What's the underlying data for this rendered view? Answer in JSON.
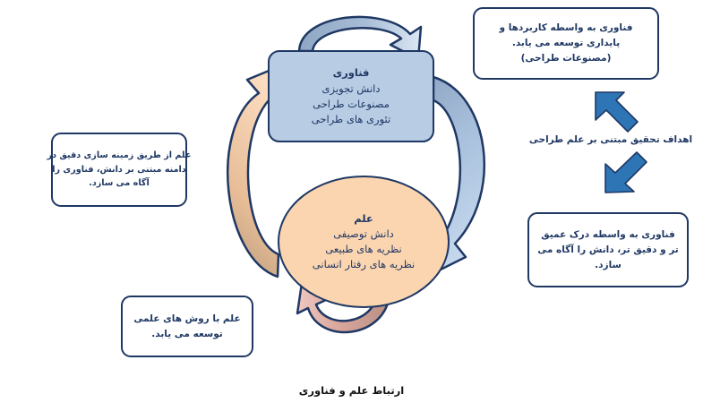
{
  "figure": {
    "caption": "ارتباط علم و فناوری"
  },
  "nodes": {
    "technology": {
      "title": "فناوری",
      "lines": [
        "دانش تجویزی",
        "مصنوعات طراحی",
        "تئوری های طراحی"
      ],
      "fill_color": "#b8cce4",
      "border_color": "#1f3864"
    },
    "science": {
      "title": "علم",
      "lines": [
        "دانش توصیفی",
        "نظریه های طبیعی",
        "نظریه های رفتار انسانی"
      ],
      "fill_color": "#fbd5b0",
      "border_color": "#1f3864"
    }
  },
  "callouts": {
    "technology_applications": {
      "lines": [
        "فناوری به واسطه کاربردها و",
        "پایداری توسعه می یابد.",
        "(مصنوعات طراحی)"
      ]
    },
    "science_informs_technology": {
      "lines": [
        "علم از طریق زمینه سازی دقیق در",
        "دامنه مبتنی بر دانش، فناوری را",
        "آگاه می سازد."
      ]
    },
    "technology_informs_science": {
      "lines": [
        "فناوری به واسطه درک عمیق",
        "تر و دقیق تر، دانش را آگاه می",
        "سازد."
      ]
    },
    "science_methods": {
      "lines": [
        "علم با روش های علمی",
        "توسعه می یابد."
      ]
    }
  },
  "labels": {
    "research_goals": "اهداف تحقیق مبتنی بر علم طراحی"
  },
  "arrows": {
    "technology_self_loop": {
      "name": "technology-self-loop-arrow",
      "color": "#8fa7c4"
    },
    "science_self_loop": {
      "name": "science-self-loop-arrow",
      "color": "#d9a79c"
    },
    "technology_to_science": {
      "name": "technology-to-science-arrow",
      "color": "#b8cce4"
    },
    "science_to_technology": {
      "name": "science-to-technology-arrow",
      "color": "#fbd5b0"
    },
    "up_left_connector": {
      "name": "up-left-connector-arrow",
      "color": "#2e75b6"
    },
    "down_left_connector": {
      "name": "down-left-connector-arrow",
      "color": "#2e75b6"
    }
  },
  "palette": {
    "border_navy": "#1f3864",
    "box_blue": "#b8cce4",
    "ellipse_peach": "#fbd5b0",
    "connector_blue": "#2e75b6",
    "background": "#ffffff"
  }
}
